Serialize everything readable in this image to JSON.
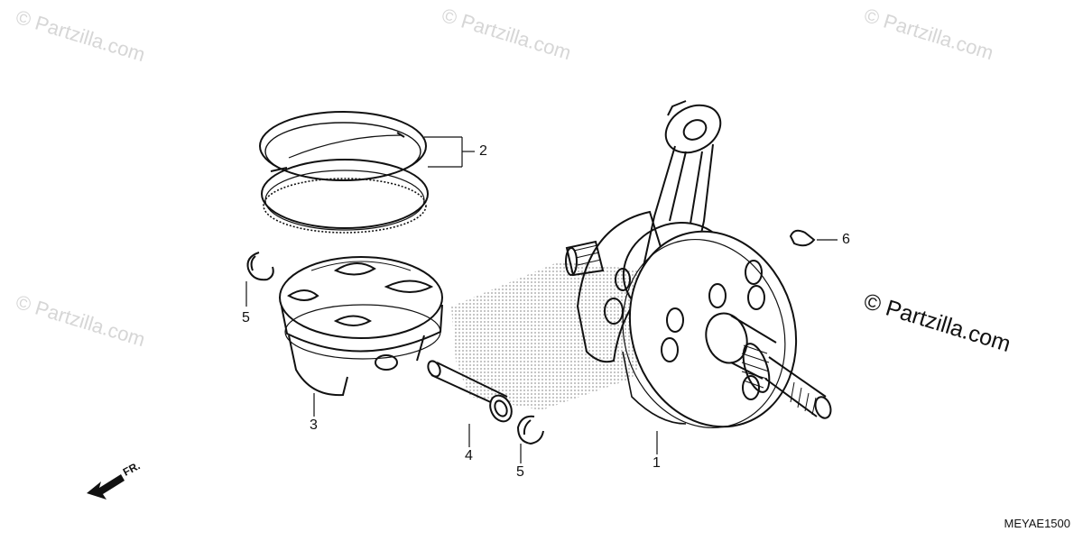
{
  "watermark": {
    "text": "© Partzilla.com"
  },
  "callouts": {
    "c1": "1",
    "c2": "2",
    "c3": "3",
    "c4": "4",
    "c5a": "5",
    "c5b": "5",
    "c6": "6"
  },
  "direction_label": "FR.",
  "diagram_code": "MEYAE1500",
  "colors": {
    "line": "#111111",
    "watermark": "#d6d6d6",
    "stipple": "#9a9a9a"
  },
  "icons": [
    "front-direction-arrow-icon"
  ]
}
